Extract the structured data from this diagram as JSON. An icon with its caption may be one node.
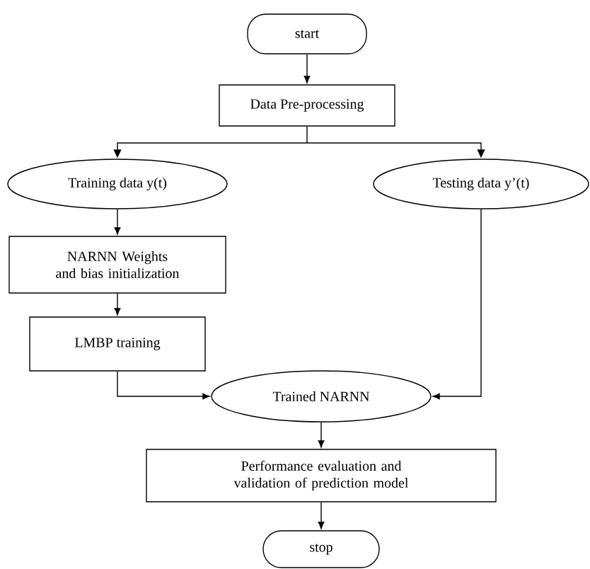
{
  "diagram": {
    "nodes": [
      {
        "text": [
          "start"
        ]
      },
      {
        "text": [
          "Data Pre-processing"
        ]
      },
      {
        "text": [
          "Training data y(t)"
        ]
      },
      {
        "text": [
          "Testing data y’(t)"
        ]
      },
      {
        "text": [
          "NARNN Weights and bias initialization"
        ]
      },
      {
        "text": [
          "LMBP training"
        ]
      },
      {
        "text": [
          "Trained NARNN"
        ]
      },
      {
        "text": [
          "Performance evaluation and validation of prediction model"
        ]
      },
      {
        "text": [
          "stop"
        ]
      }
    ],
    "edges": [
      {
        "from": 0,
        "to": 1,
        "arrow": "to"
      },
      {
        "from": 1,
        "to": 2,
        "arrow": "to"
      },
      {
        "from": 1,
        "to": 3,
        "arrow": "to"
      },
      {
        "from": 2,
        "to": 4,
        "arrow": "to"
      },
      {
        "from": 4,
        "to": 5,
        "arrow": "to"
      },
      {
        "from": 5,
        "to": 6,
        "arrow": "to"
      },
      {
        "from": 3,
        "to": 6,
        "arrow": "to"
      },
      {
        "from": 6,
        "to": 7,
        "arrow": "to"
      },
      {
        "from": 7,
        "to": 8,
        "arrow": "to"
      }
    ]
  }
}
